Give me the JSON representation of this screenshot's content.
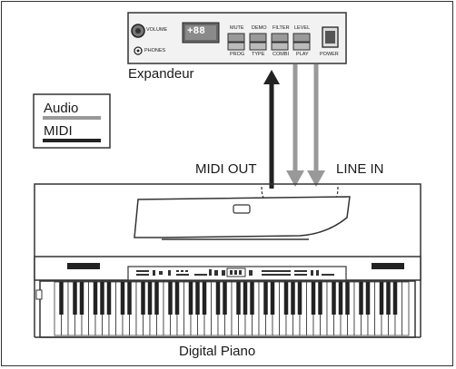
{
  "labels": {
    "expander": "Expandeur",
    "midi_out": "MIDI OUT",
    "line_in": "LINE IN",
    "digital_piano": "Digital Piano"
  },
  "legend": {
    "audio": "Audio",
    "midi": "MIDI"
  },
  "expander_panel": {
    "volume": "VOLUME",
    "phones": "PHONES",
    "display": "+88",
    "top_buttons": [
      "MUTE",
      "DEMO",
      "FILTER",
      "LEVEL"
    ],
    "bottom_buttons": [
      "PROG",
      "TYPE",
      "COMBI",
      "PLAY"
    ],
    "power": "POWER"
  },
  "colors": {
    "audio_line": "#999999",
    "midi_line": "#222222",
    "outline": "#333333"
  }
}
